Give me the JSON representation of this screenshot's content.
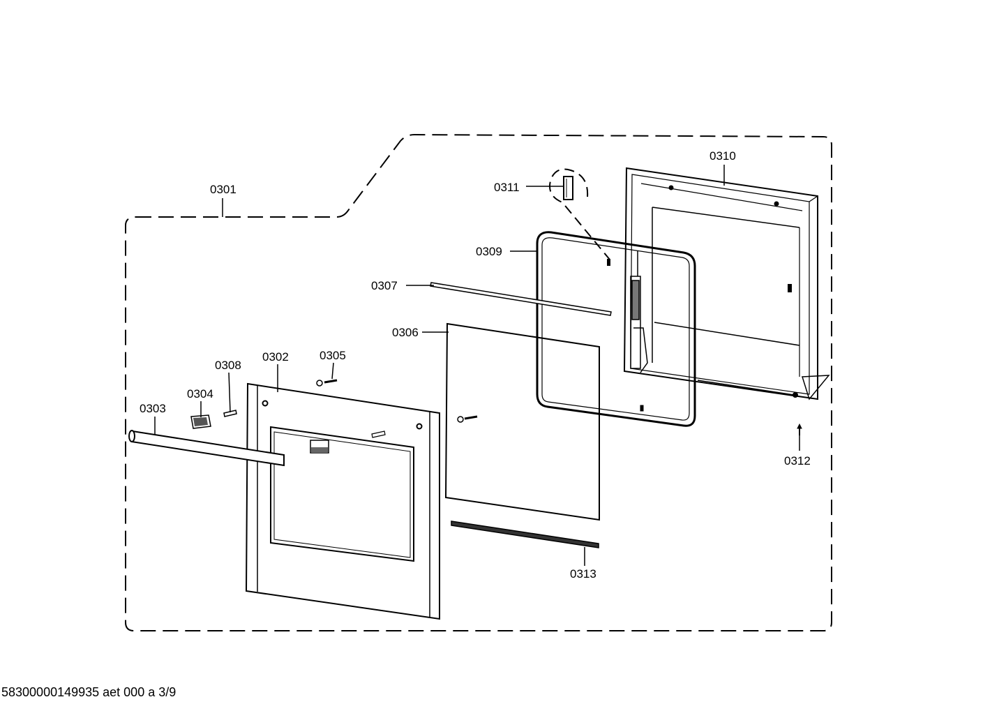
{
  "diagram": {
    "labels": {
      "p0301": "0301",
      "p0302": "0302",
      "p0303": "0303",
      "p0304": "0304",
      "p0305": "0305",
      "p0306": "0306",
      "p0307": "0307",
      "p0308": "0308",
      "p0309": "0309",
      "p0310": "0310",
      "p0311": "0311",
      "p0312": "0312",
      "p0313": "0313"
    },
    "footer": "58300000149935 aet 000 a 3/9"
  }
}
